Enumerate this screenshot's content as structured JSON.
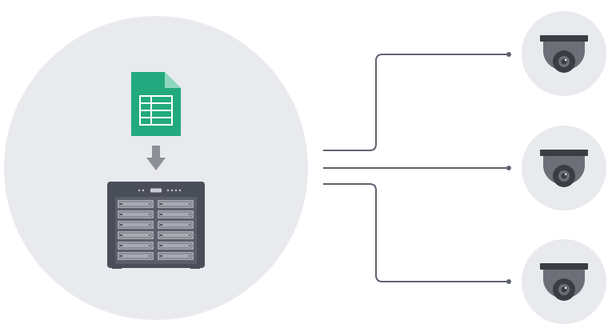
{
  "diagram": {
    "title": "",
    "colors": {
      "circle_fill": "#e9eaee",
      "connector": "#5f6370",
      "spreadsheet": "#22aa7e",
      "spreadsheet_fold": "#8fd8bf",
      "arrow": "#8c8f96",
      "nas_body": "#4a4e58",
      "nas_front": "#5b5f69",
      "drive_tray": "#a7aab2",
      "camera_dark": "#3b3d44",
      "camera_dome": "#6c6f78"
    },
    "nodes": [
      {
        "id": "spreadsheet",
        "icon": "spreadsheet-icon"
      },
      {
        "id": "nas",
        "icon": "nas-server-icon"
      },
      {
        "id": "camera-1",
        "icon": "dome-camera-icon"
      },
      {
        "id": "camera-2",
        "icon": "dome-camera-icon"
      },
      {
        "id": "camera-3",
        "icon": "dome-camera-icon"
      }
    ],
    "edges": [
      {
        "from": "nas",
        "to": "camera-1"
      },
      {
        "from": "nas",
        "to": "camera-2"
      },
      {
        "from": "nas",
        "to": "camera-3"
      },
      {
        "from": "spreadsheet",
        "to": "nas",
        "type": "arrow"
      }
    ]
  }
}
